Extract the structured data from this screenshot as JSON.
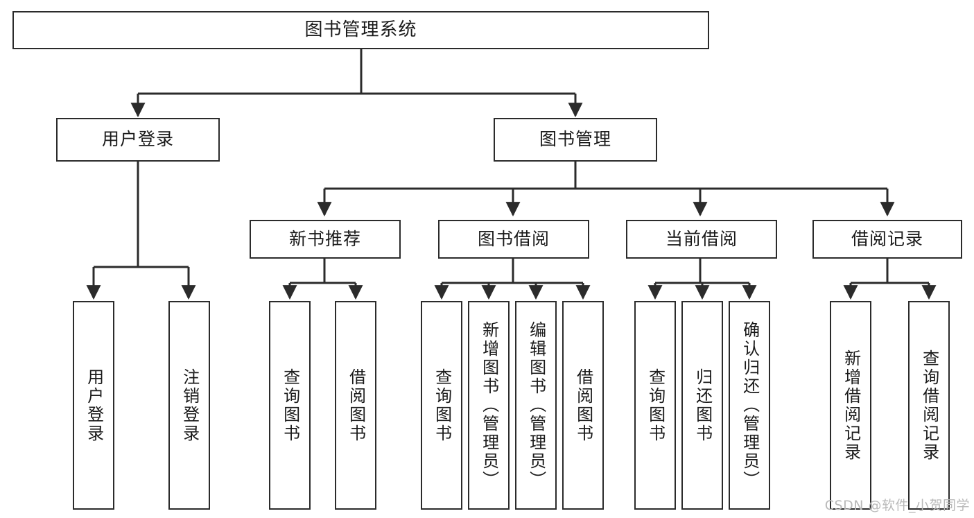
{
  "diagram": {
    "title": "图书管理系统",
    "type": "tree",
    "colors": {
      "stroke": "#2b2b2b",
      "fill": "#ffffff",
      "text": "#1a1a1a",
      "watermark": "#b9b9b9"
    },
    "nodes": {
      "root": {
        "label": "图书管理系统"
      },
      "level1": [
        {
          "label": "用户登录"
        },
        {
          "label": "图书管理"
        }
      ],
      "level2": [
        {
          "label": "新书推荐"
        },
        {
          "label": "图书借阅"
        },
        {
          "label": "当前借阅"
        },
        {
          "label": "借阅记录"
        }
      ],
      "leaves": {
        "user_login": [
          {
            "label": "用户登录"
          },
          {
            "label": "注销登录"
          }
        ],
        "new_book_recommend": [
          {
            "label": "查询图书"
          },
          {
            "label": "借阅图书"
          }
        ],
        "book_borrow": [
          {
            "label": "查询图书"
          },
          {
            "label": "新增图书（管理员）"
          },
          {
            "label": "编辑图书（管理员）"
          },
          {
            "label": "借阅图书"
          }
        ],
        "current_borrow": [
          {
            "label": "查询图书"
          },
          {
            "label": "归还图书"
          },
          {
            "label": "确认归还（管理员）"
          }
        ],
        "borrow_record": [
          {
            "label": "新增借阅记录"
          },
          {
            "label": "查询借阅记录"
          }
        ]
      }
    },
    "watermark": "CSDN @软件_小贺同学"
  }
}
